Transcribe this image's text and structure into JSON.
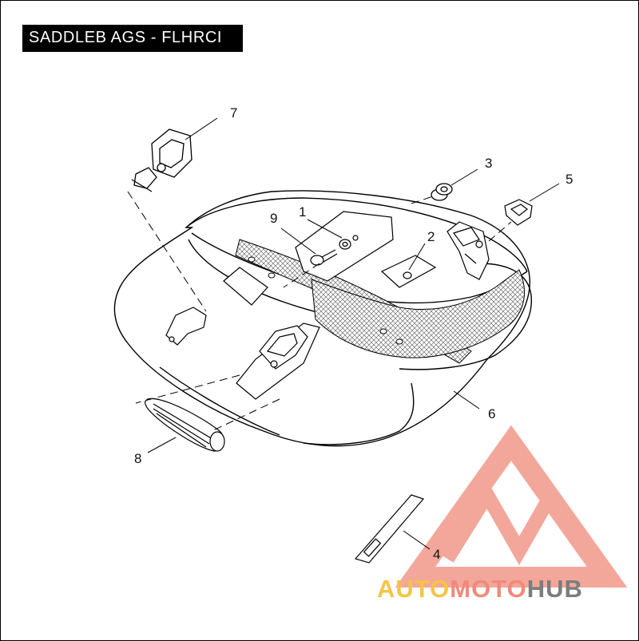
{
  "title": "SADDLEB AGS - FLHRCI",
  "callouts": [
    {
      "id": "c1",
      "label": "1"
    },
    {
      "id": "c2",
      "label": "2"
    },
    {
      "id": "c3",
      "label": "3"
    },
    {
      "id": "c4",
      "label": "4"
    },
    {
      "id": "c5",
      "label": "5"
    },
    {
      "id": "c6",
      "label": "6"
    },
    {
      "id": "c7",
      "label": "7"
    },
    {
      "id": "c8",
      "label": "8"
    },
    {
      "id": "c9",
      "label": "9"
    }
  ],
  "watermark": {
    "part1": "AUTO",
    "part2": "MOTO",
    "part3": "HUB",
    "colors": {
      "auto": "#f6c445",
      "moto": "#f08a7a",
      "hub": "#7c7c7c",
      "logo": "#f08a7a"
    }
  }
}
